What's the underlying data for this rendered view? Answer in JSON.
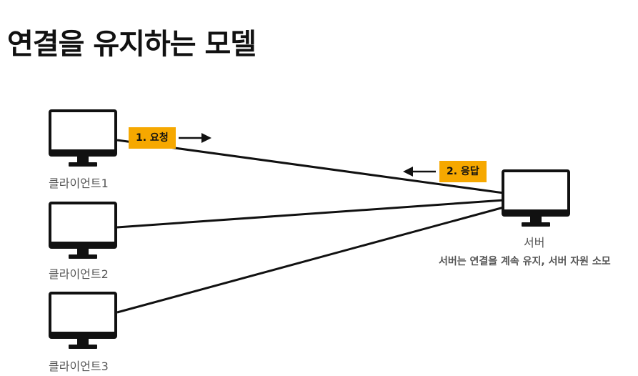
{
  "title": "연결을 유지하는 모델",
  "clients": [
    {
      "label": "클라이언트1"
    },
    {
      "label": "클라이언트2"
    },
    {
      "label": "클라이언트3"
    }
  ],
  "server": {
    "label": "서버",
    "note": "서버는 연결을 계속 유지, 서버 자원 소모"
  },
  "steps": {
    "request": "1. 요청",
    "response": "2. 응답"
  },
  "colors": {
    "tag_background": "#f6a800",
    "line": "#111111"
  },
  "icons": {
    "client": "monitor-icon",
    "server": "monitor-icon"
  }
}
